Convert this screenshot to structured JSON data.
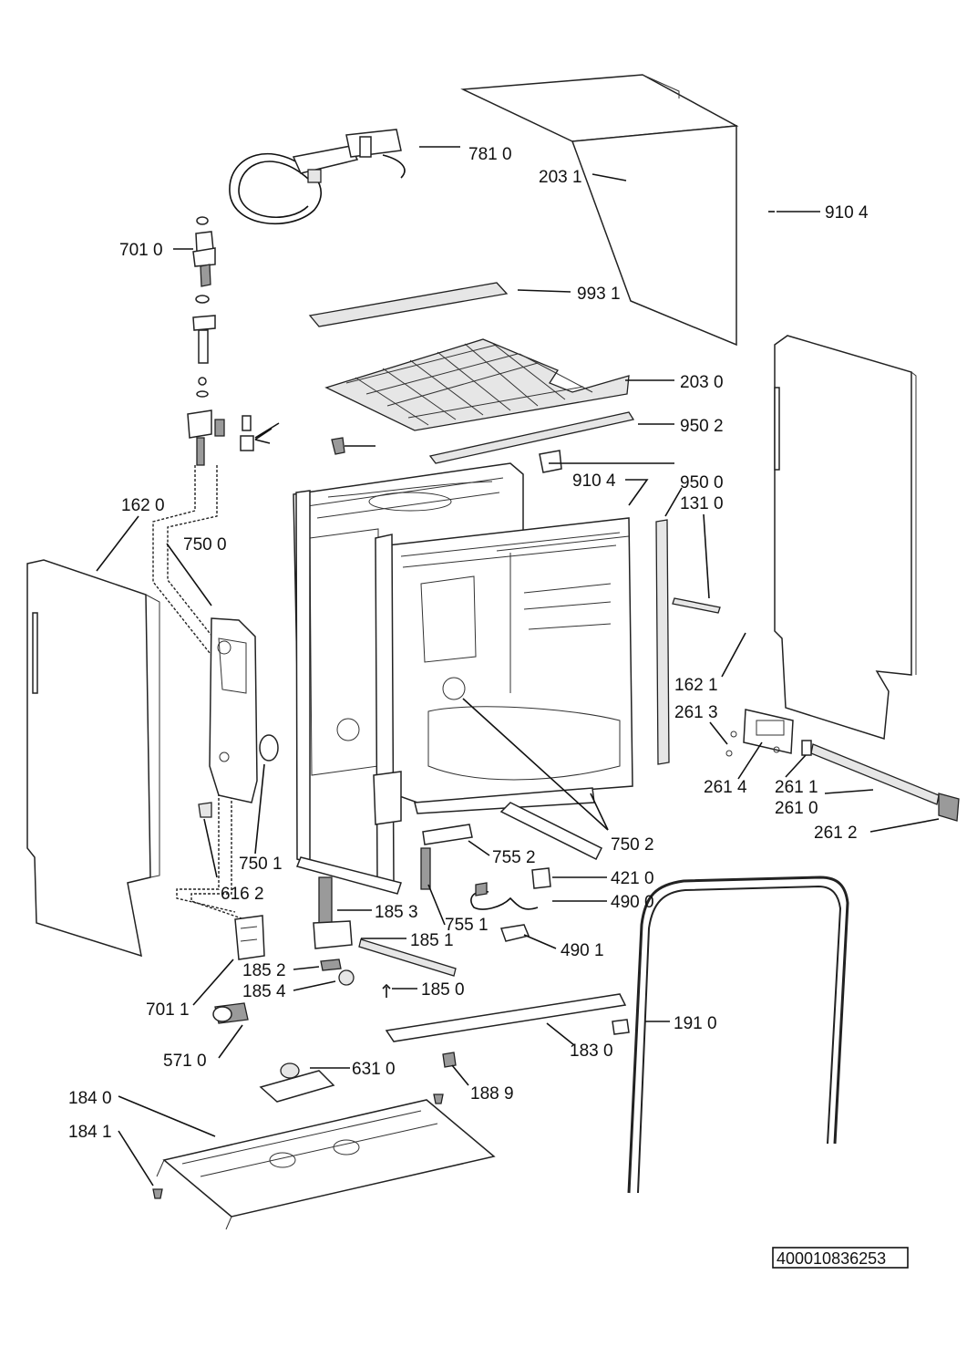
{
  "diagram_id": "400010836253",
  "callouts": {
    "c7810": "781 0",
    "c2031": "203 1",
    "c9104a": "910 4",
    "c7010": "701 0",
    "c9931": "993 1",
    "c2030": "203 0",
    "c9502": "950 2",
    "c9104b": "910 4",
    "c9500": "950 0",
    "c1310": "131 0",
    "c1620": "162 0",
    "c7500": "750 0",
    "c1621": "162 1",
    "c2613": "261 3",
    "c2614": "261 4",
    "c2611": "261 1",
    "c2610": "261 0",
    "c2612": "261 2",
    "c7502": "750 2",
    "c7552": "755 2",
    "c7501": "750 1",
    "c4210": "421 0",
    "c4900": "490 0",
    "c6162": "616 2",
    "c1853": "185 3",
    "c7551": "755 1",
    "c1851": "185 1",
    "c4901": "490 1",
    "c1852": "185 2",
    "c1854": "185 4",
    "c1850": "185 0",
    "c7011": "701 1",
    "c1910": "191 0",
    "c1830": "183 0",
    "c5710": "571 0",
    "c6310": "631 0",
    "c1889": "188 9",
    "c1840": "184 0",
    "c1841": "184 1"
  }
}
